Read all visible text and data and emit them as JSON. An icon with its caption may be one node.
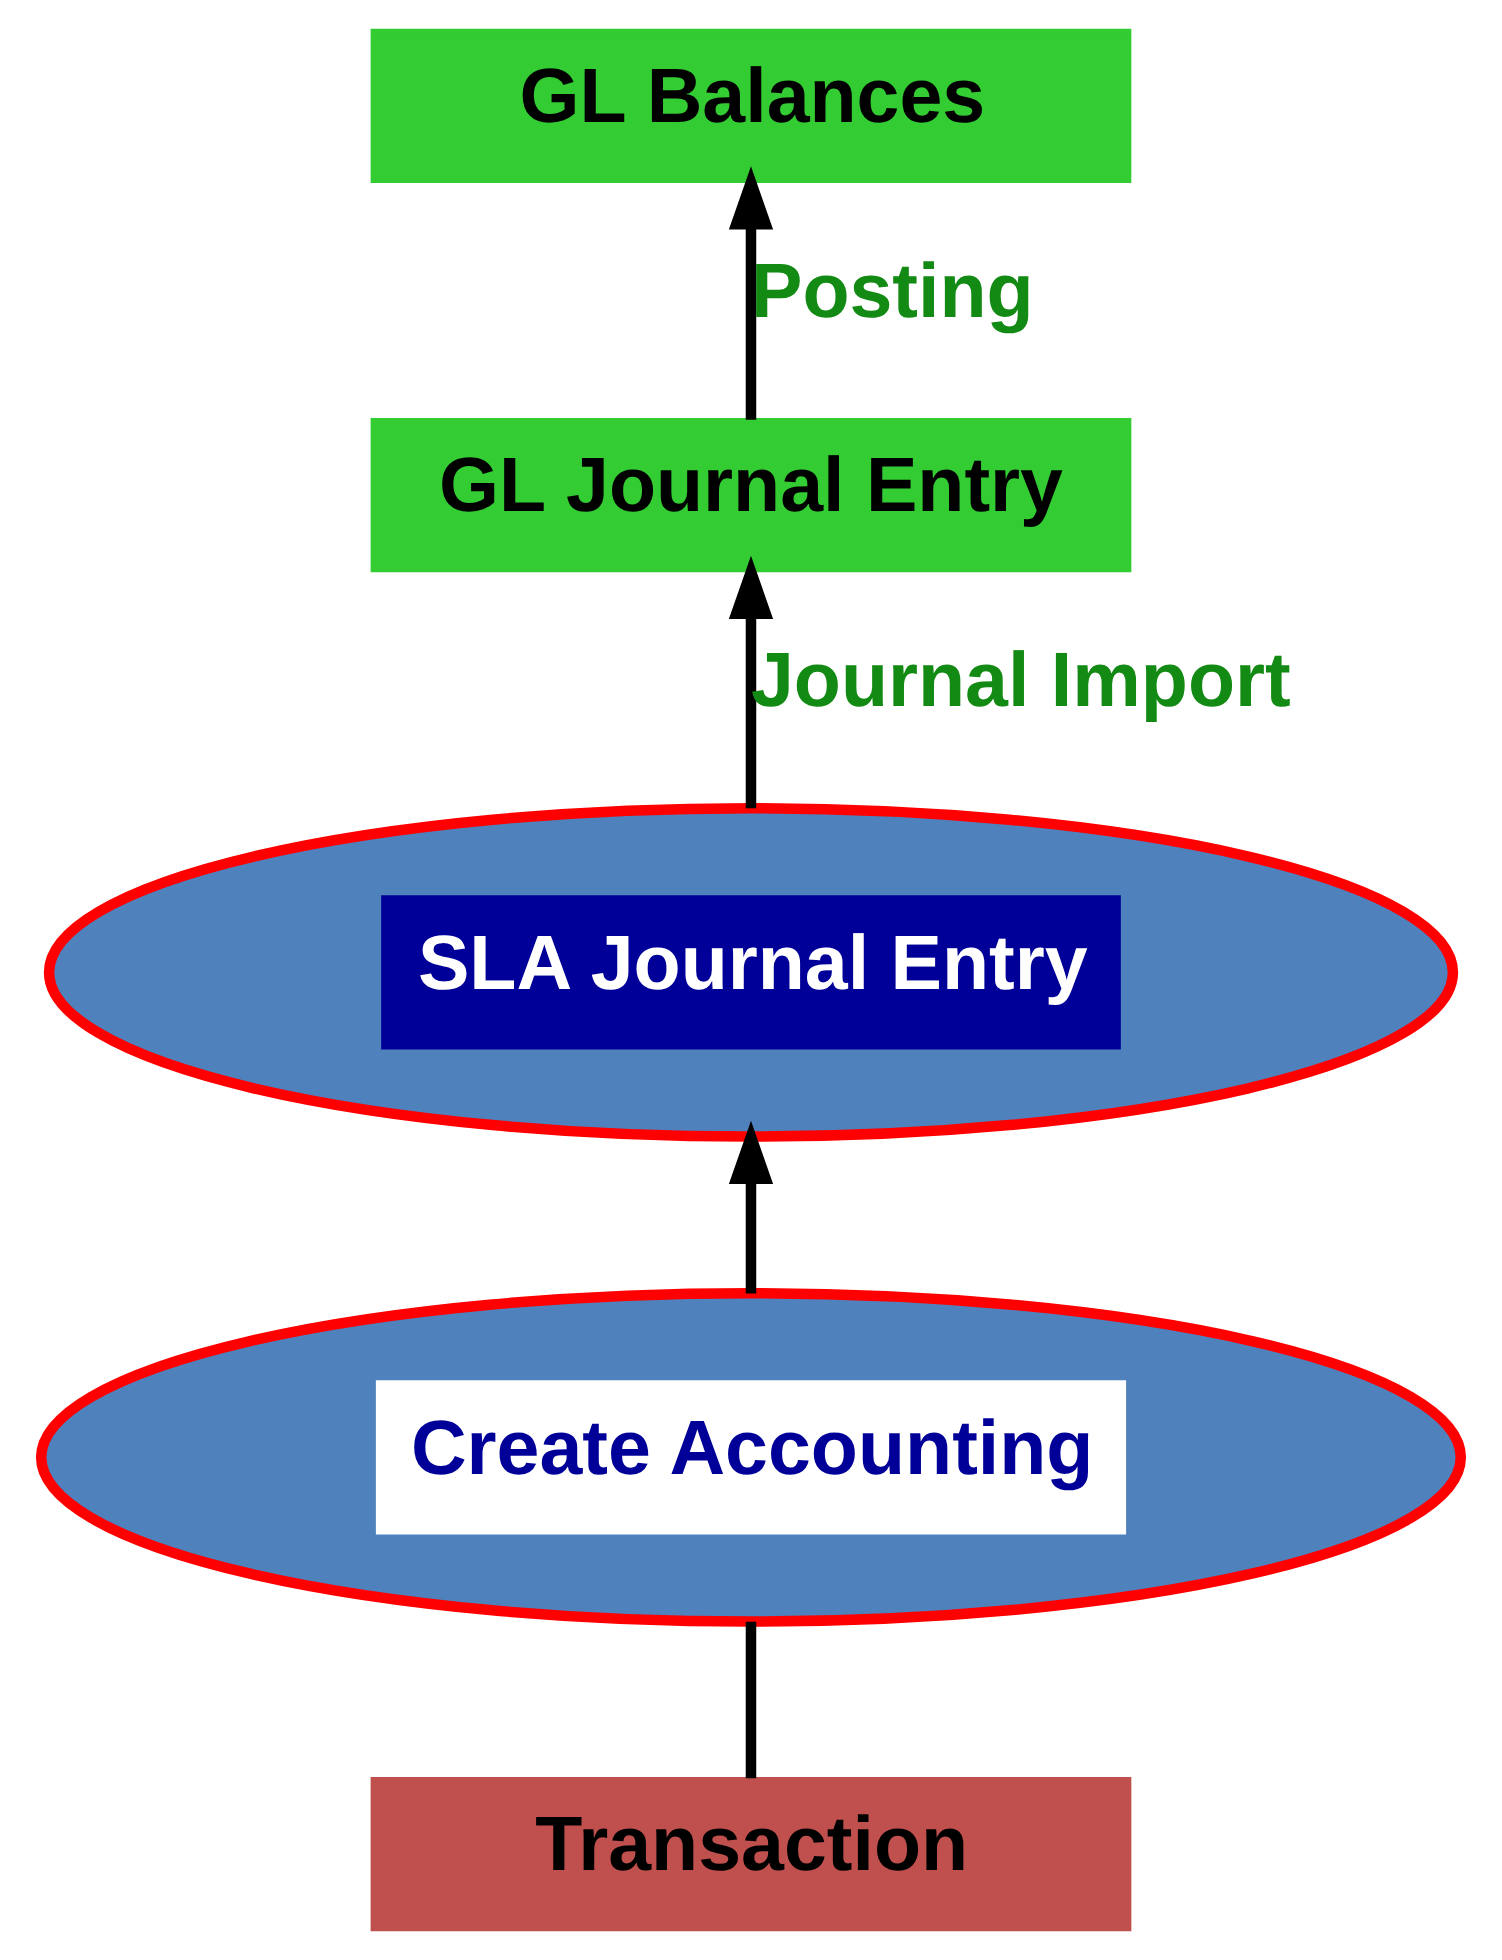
{
  "diagram": {
    "nodes": [
      {
        "text": [
          "GL Balances"
        ]
      },
      {
        "text": [
          "GL Journal Entry"
        ]
      },
      {
        "text": [
          "SLA Journal Entry"
        ]
      },
      {
        "text": [
          "Create Accounting"
        ]
      },
      {
        "text": [
          "Transaction"
        ]
      }
    ],
    "edges": [
      {
        "from": 4,
        "to": 3,
        "arrow": "none"
      },
      {
        "from": 3,
        "to": 2,
        "arrow": "to"
      },
      {
        "from": 2,
        "to": 1,
        "label": "Journal Import",
        "arrow": "to"
      },
      {
        "from": 1,
        "to": 0,
        "label": "Posting",
        "arrow": "to"
      }
    ]
  }
}
